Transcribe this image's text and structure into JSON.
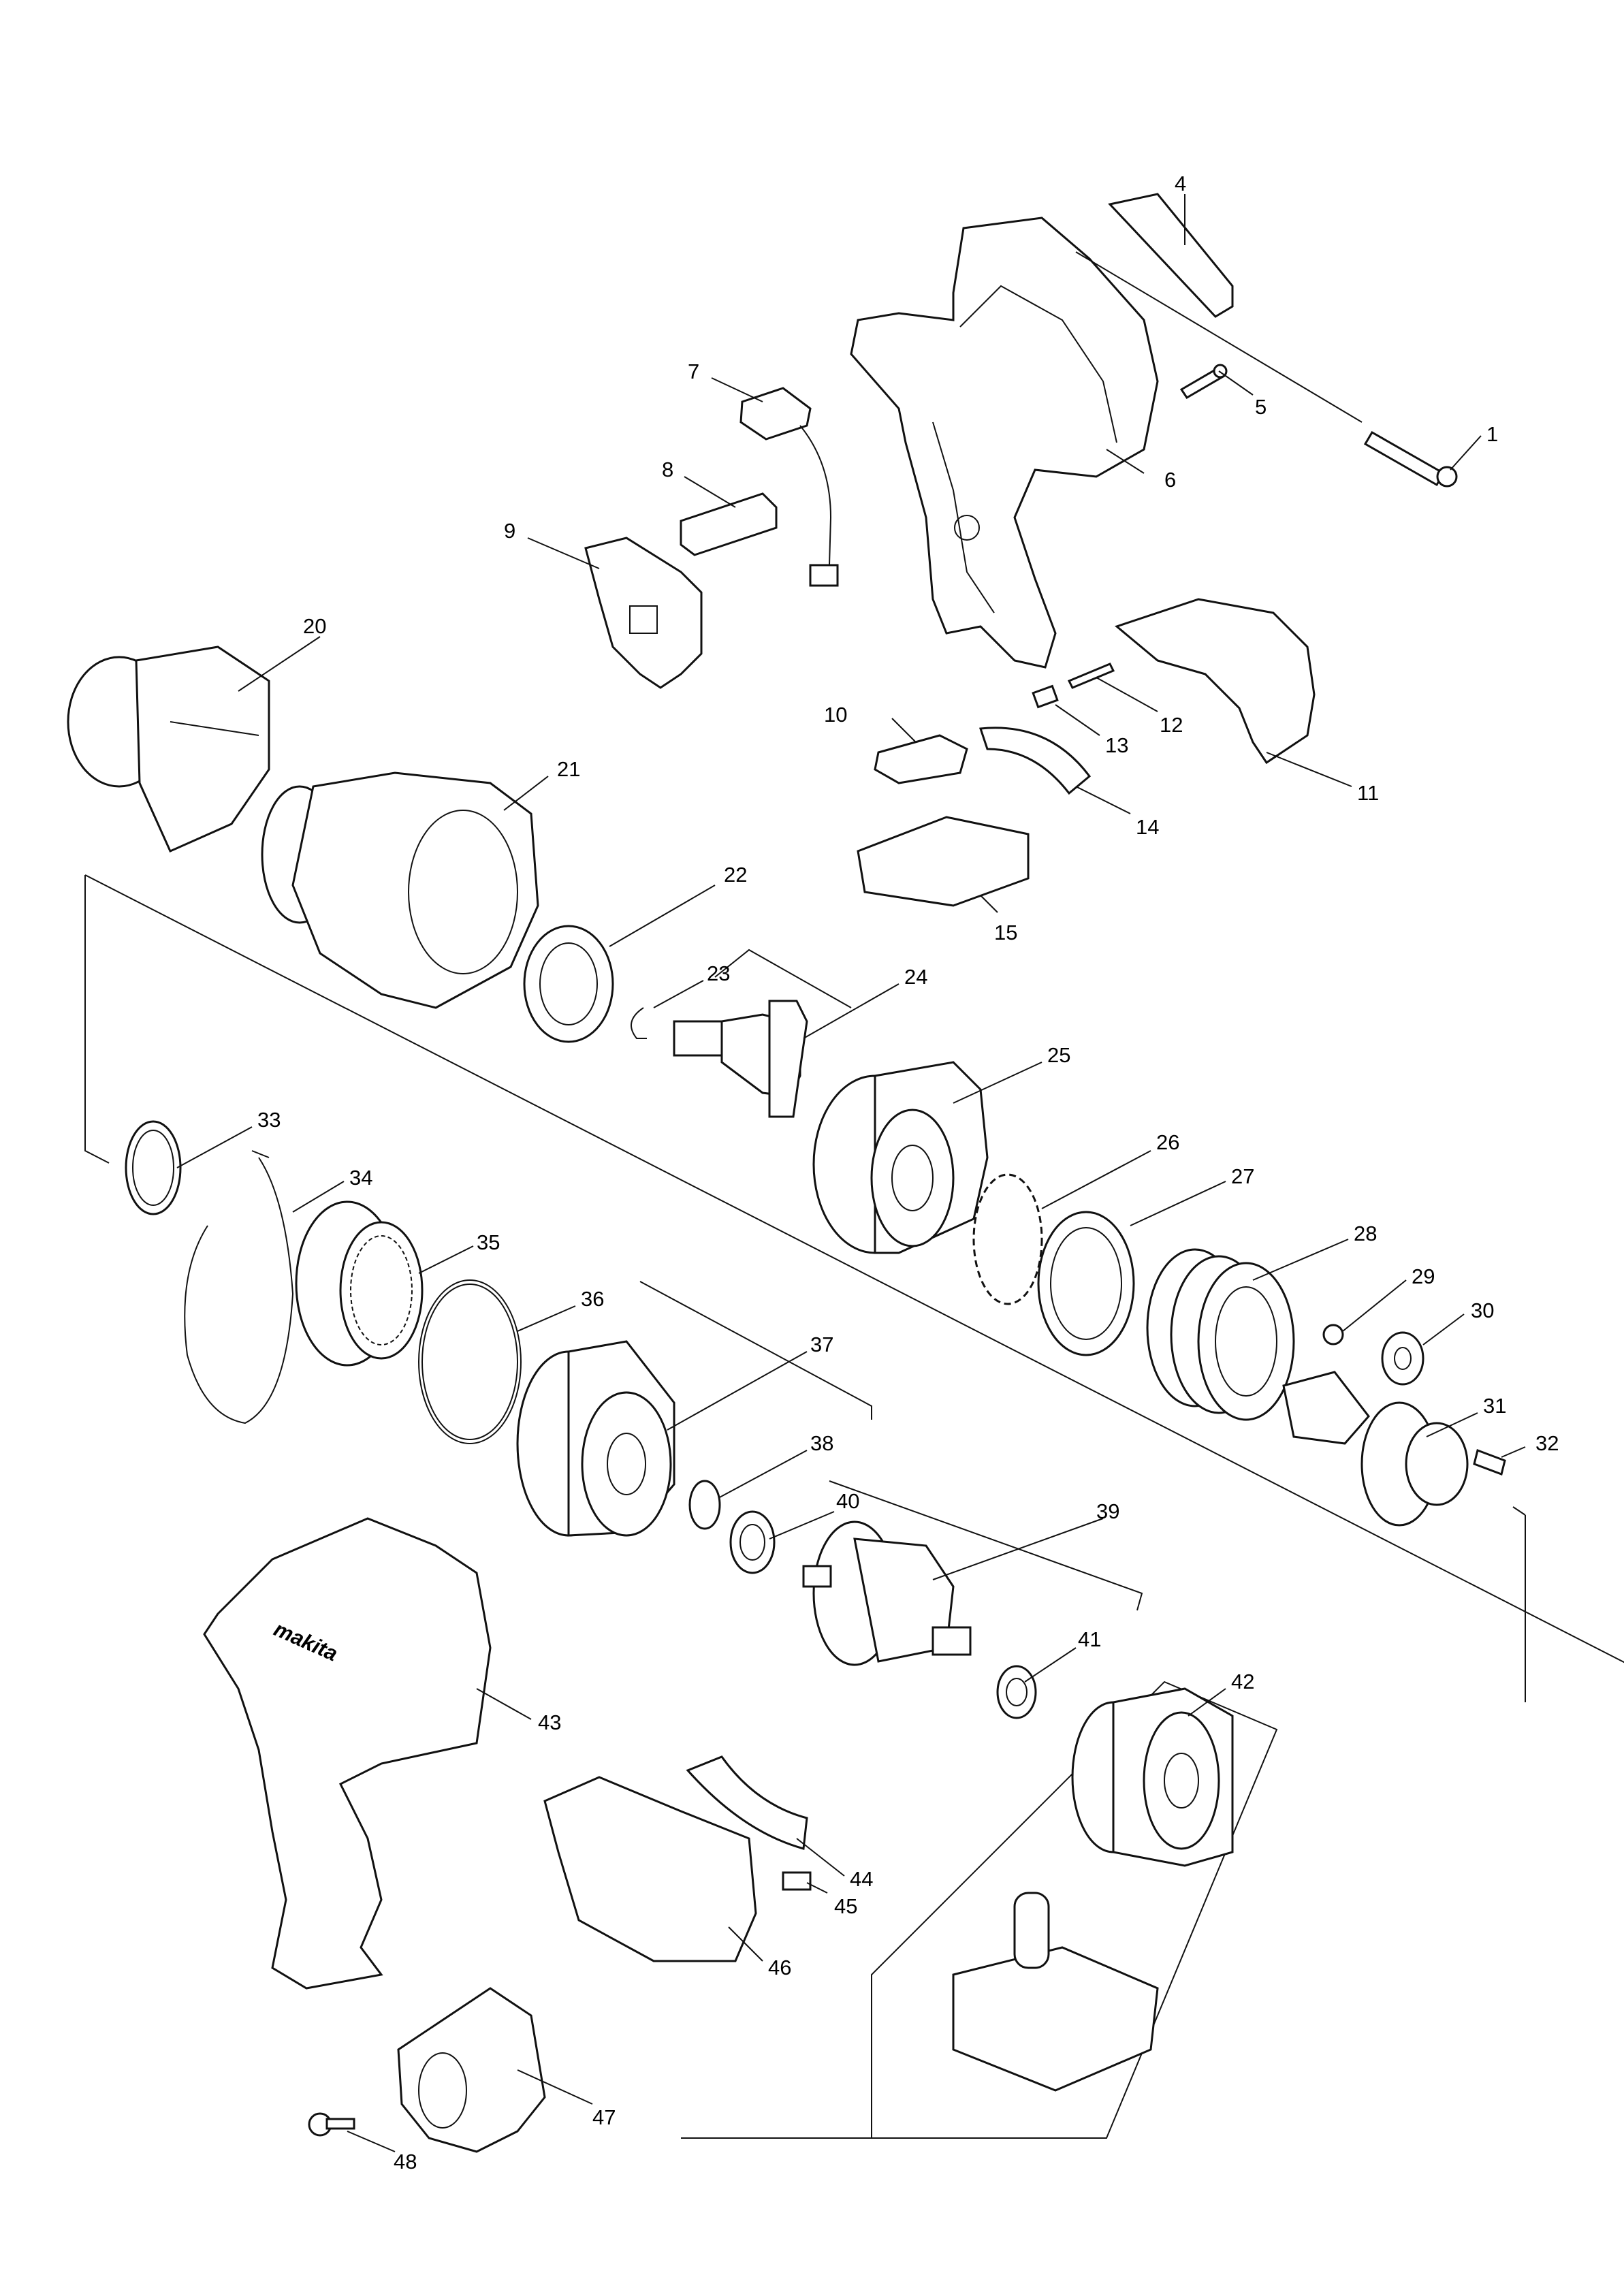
{
  "parts": {
    "p1": "1",
    "p4": "4",
    "p5": "5",
    "p6": "6",
    "p7": "7",
    "p8": "8",
    "p9": "9",
    "p10": "10",
    "p11": "11",
    "p12": "12",
    "p13": "13",
    "p14": "14",
    "p15": "15",
    "p20": "20",
    "p21": "21",
    "p22": "22",
    "p23": "23",
    "p24": "24",
    "p25": "25",
    "p26": "26",
    "p27": "27",
    "p28": "28",
    "p29": "29",
    "p30": "30",
    "p31": "31",
    "p32": "32",
    "p33": "33",
    "p34": "34",
    "p35": "35",
    "p36": "36",
    "p37": "37",
    "p38": "38",
    "p39": "39",
    "p40": "40",
    "p41": "41",
    "p42": "42",
    "p43": "43",
    "p44": "44",
    "p45": "45",
    "p46": "46",
    "p47": "47",
    "p48": "48"
  },
  "brand": "makita"
}
